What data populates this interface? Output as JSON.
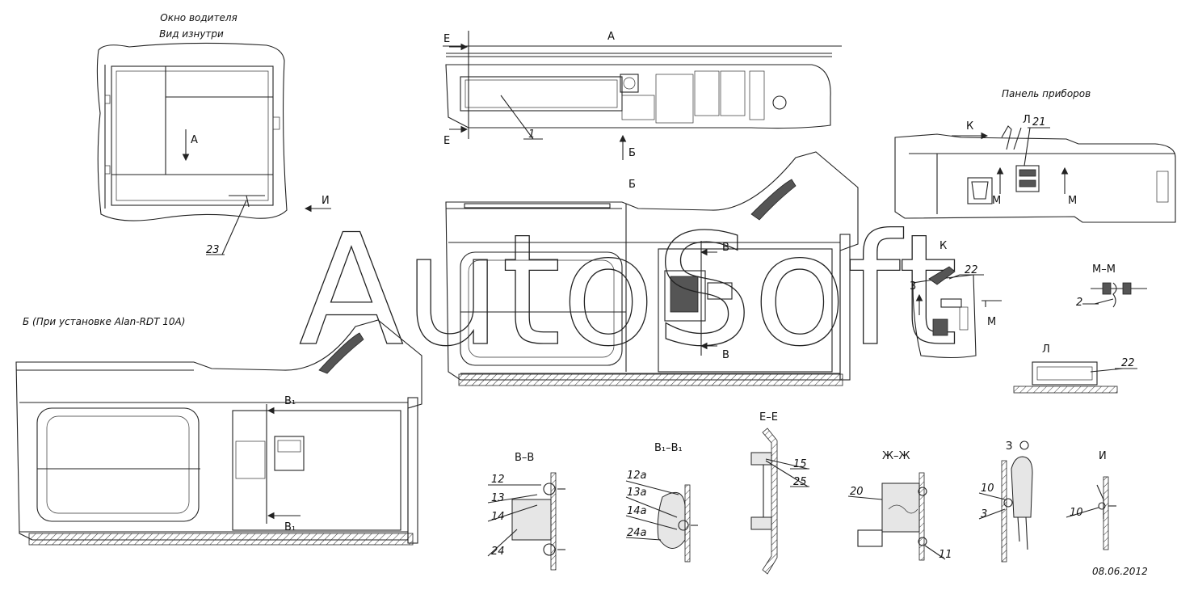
{
  "labels": {
    "window_title_1": "Окно водителя",
    "window_title_2": "Вид изнутри",
    "arrow_a": "А",
    "arrow_i": "И",
    "callout_23": "23",
    "view_a": "А",
    "section_e_top": "Е",
    "section_e_bottom": "Е",
    "callout_1": "1",
    "arrow_b": "Б",
    "view_b": "Б",
    "section_v_top": "В",
    "section_v_bottom": "В",
    "view_b_alan": "Б (При установке Alan-RDT 10A)",
    "section_v1_top": "В₁",
    "section_v1_bottom": "В₁",
    "panel_title": "Панель приборов",
    "panel_k": "К",
    "panel_l": "Л",
    "callout_21": "21",
    "panel_m_left": "М",
    "panel_m_right": "М",
    "view_k": "К",
    "callout_22a": "22",
    "view_k_3": "3",
    "view_k_m": "М",
    "view_mm": "М–М",
    "callout_2": "2",
    "view_l": "Л",
    "callout_22b": "22",
    "view_vv": "В–В",
    "c12": "12",
    "c13": "13",
    "c14": "14",
    "c24": "24",
    "view_v1v1": "В₁–В₁",
    "c12a": "12а",
    "c13a": "13а",
    "c14a": "14а",
    "c24a": "24а",
    "view_ee": "Е–Е",
    "c15": "15",
    "c25": "25",
    "view_zhzh": "Ж–Ж",
    "c20": "20",
    "c11": "11",
    "view_z": "З",
    "c10a": "10",
    "c3": "3",
    "view_i": "И",
    "c10b": "10",
    "date": "08.06.2012",
    "watermark": "AutoSoft"
  },
  "colors": {
    "line": "#222222",
    "background": "#ffffff",
    "fill_light": "#e6e6e6"
  }
}
